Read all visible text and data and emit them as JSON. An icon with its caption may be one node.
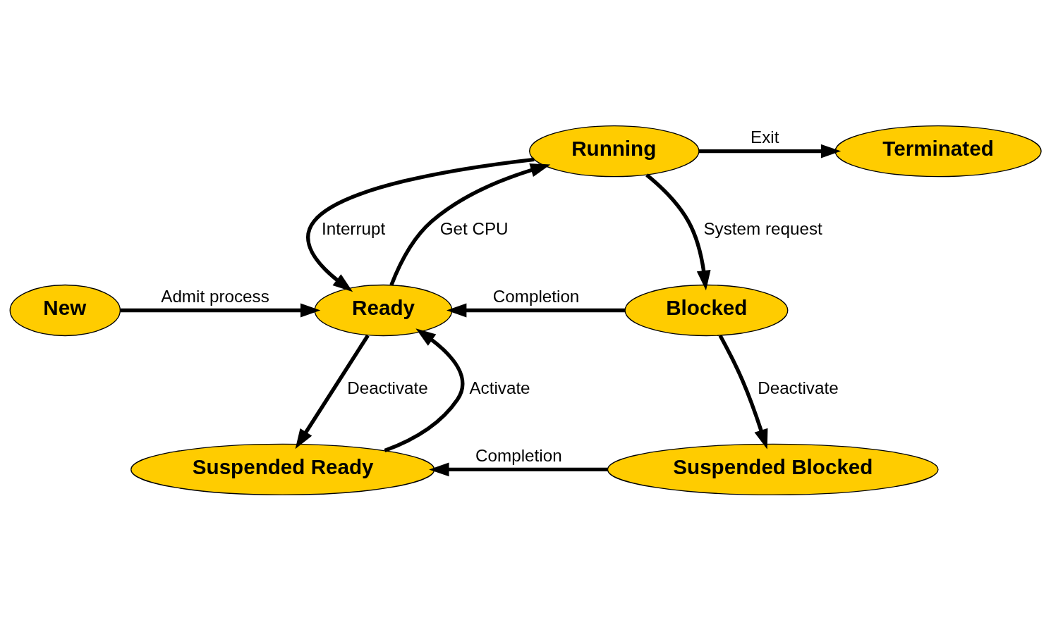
{
  "diagram": {
    "nodes": [
      {
        "text": [
          "New"
        ]
      },
      {
        "text": [
          "Ready"
        ]
      },
      {
        "text": [
          "Running"
        ]
      },
      {
        "text": [
          "Terminated"
        ]
      },
      {
        "text": [
          "Blocked"
        ]
      },
      {
        "text": [
          "Suspended Ready"
        ]
      },
      {
        "text": [
          "Suspended Blocked"
        ]
      }
    ],
    "edges": [
      {
        "from": 0,
        "to": 1,
        "arrow": "to",
        "label": "Admit process"
      },
      {
        "from": 1,
        "to": 2,
        "arrow": "to",
        "label": "Get CPU"
      },
      {
        "from": 2,
        "to": 1,
        "arrow": "to",
        "label": "Interrupt"
      },
      {
        "from": 2,
        "to": 3,
        "arrow": "to",
        "label": "Exit"
      },
      {
        "from": 2,
        "to": 4,
        "arrow": "to",
        "label": "System request"
      },
      {
        "from": 4,
        "to": 1,
        "arrow": "to",
        "label": "Completion"
      },
      {
        "from": 1,
        "to": 5,
        "arrow": "to",
        "label": "Deactivate"
      },
      {
        "from": 5,
        "to": 1,
        "arrow": "to",
        "label": "Activate"
      },
      {
        "from": 4,
        "to": 6,
        "arrow": "to",
        "label": "Deactivate"
      },
      {
        "from": 6,
        "to": 5,
        "arrow": "to",
        "label": "Completion"
      }
    ]
  }
}
